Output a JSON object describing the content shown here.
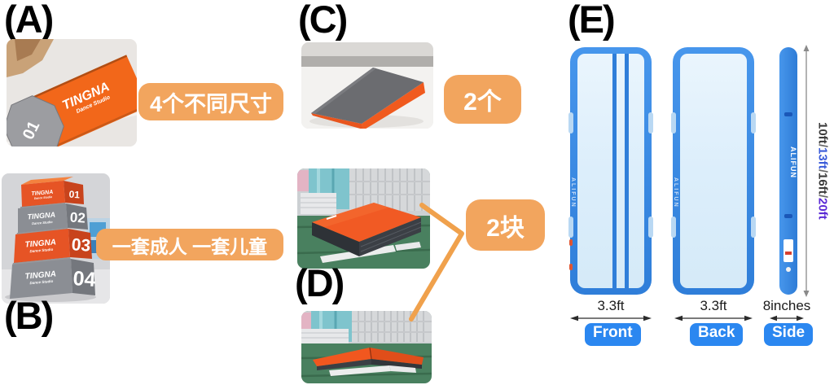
{
  "brand": {
    "name": "TINGNA",
    "sub": "Dance Studio"
  },
  "sections": {
    "a": {
      "label": "(A)",
      "badge": "4个不同尺寸",
      "barrel_number": "01"
    },
    "b": {
      "label": "(B)",
      "badge": "一套成人 一套儿童",
      "box_numbers": [
        "01",
        "02",
        "03",
        "04"
      ]
    },
    "c": {
      "label": "(C)",
      "badge": "2个"
    },
    "d": {
      "label": "(D)",
      "badge": "2块"
    },
    "e": {
      "label": "(E)",
      "side_brand": "ALIFUN",
      "views": [
        {
          "name": "Front",
          "width": "3.3ft"
        },
        {
          "name": "Back",
          "width": "3.3ft"
        },
        {
          "name": "Side",
          "width": "8inches"
        }
      ],
      "lengths": [
        "10ft",
        "13ft",
        "16ft",
        "20ft"
      ],
      "separator": "/"
    }
  },
  "colors": {
    "badge_orange": "#F2A55E",
    "connector_orange": "#F0A14C",
    "product_orange": "#F05A1E",
    "box_gray": "#8B8E94",
    "mat_blue": "#3B8BE4",
    "view_badge_blue": "#2B87F0",
    "length_alt_blue": "#3A5BD9",
    "length_alt_purple": "#5B2BD5"
  }
}
